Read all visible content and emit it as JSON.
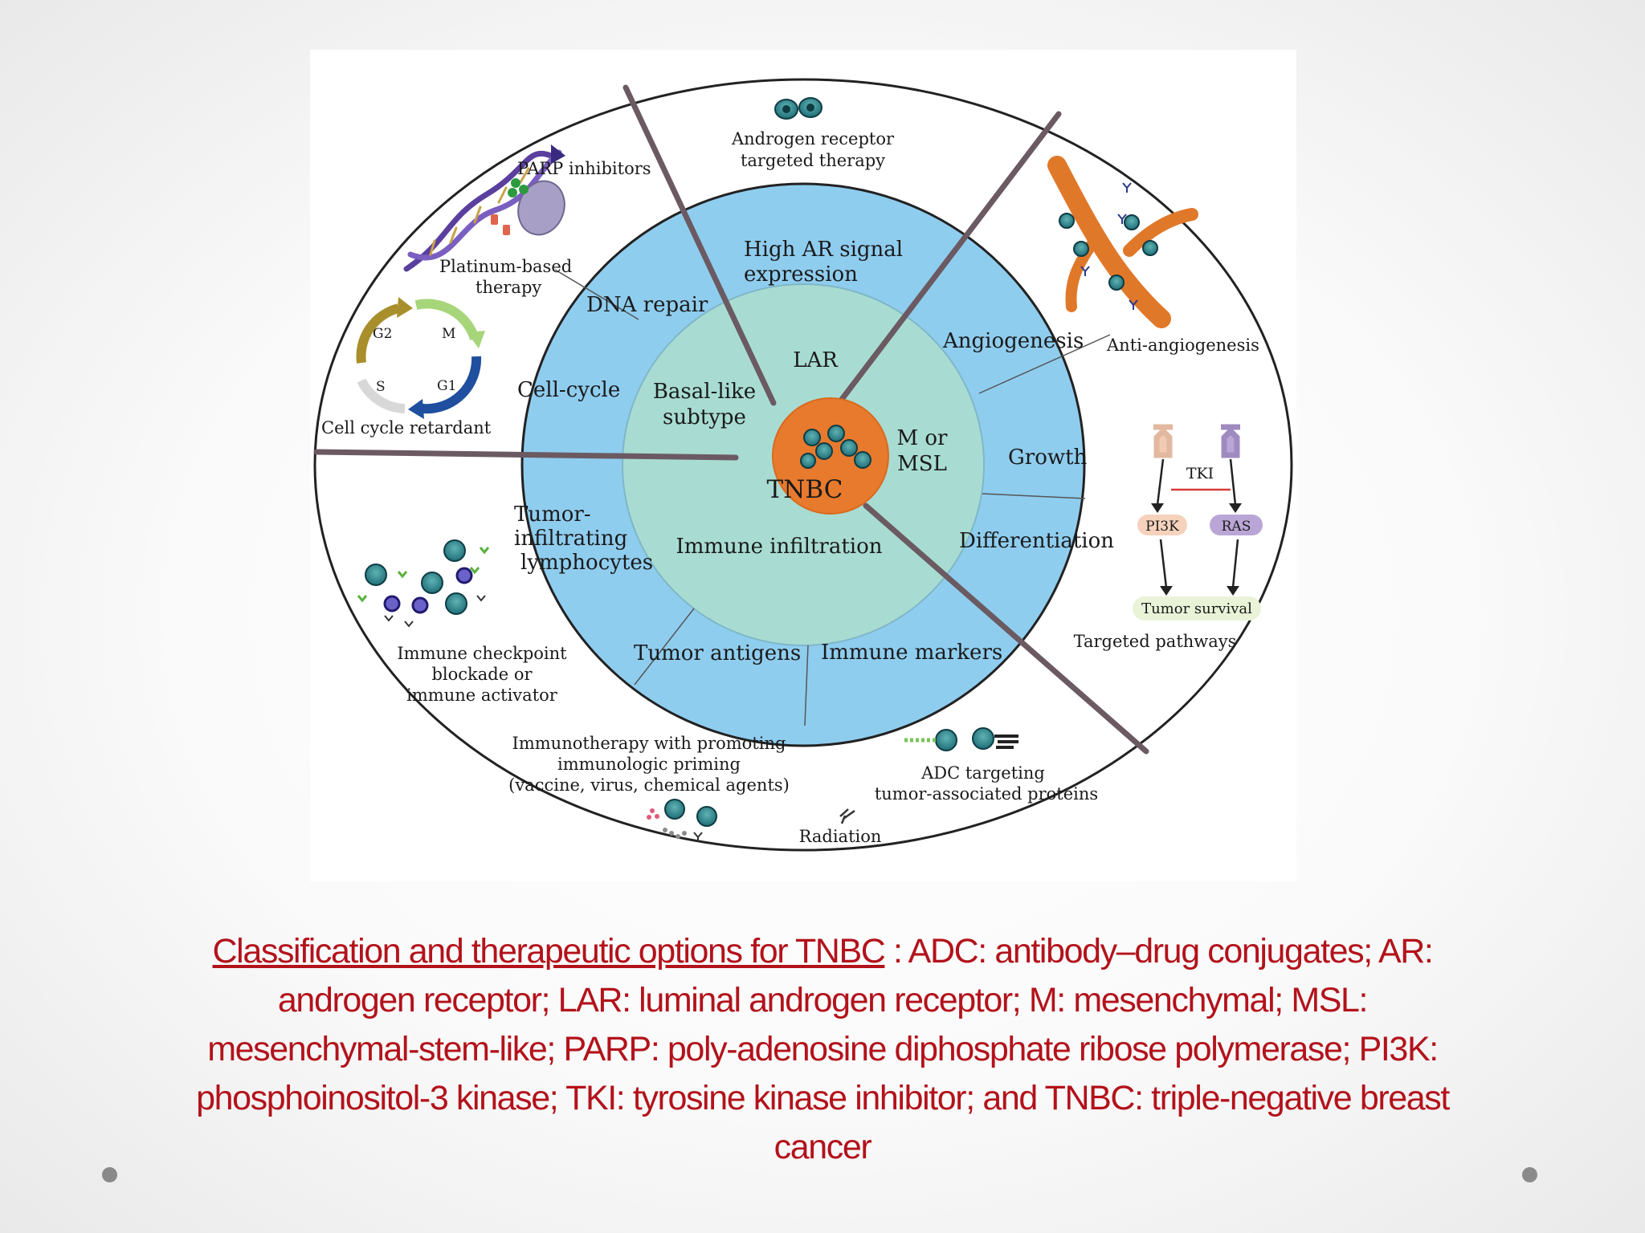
{
  "diagram": {
    "center": {
      "label": "TNBC",
      "color": "#e87a2d"
    },
    "subtypes": [
      "LAR",
      "Basal-like",
      "subtype",
      "M or",
      "MSL",
      "Immune infiltration"
    ],
    "features": [
      "High AR signal",
      "expression",
      "DNA repair",
      "Cell-cycle",
      "Angiogenesis",
      "Growth",
      "Differentiation",
      "Tumor-",
      "infiltrating",
      "lymphocytes",
      "Tumor antigens",
      "Immune markers"
    ],
    "therapies": {
      "androgen": [
        "Androgen receptor",
        "targeted therapy"
      ],
      "parp": "PARP inhibitors",
      "platinum": [
        "Platinum-based",
        "therapy"
      ],
      "cellcycle": "Cell cycle retardant",
      "phases": [
        "G2",
        "M",
        "S",
        "G1"
      ],
      "anti_angio": "Anti-angiogenesis",
      "targeted": "Targeted pathways",
      "tki": "TKI",
      "pi3k": "PI3K",
      "ras": "RAS",
      "survival": "Tumor survival",
      "checkpoint": [
        "Immune checkpoint",
        "blockade or",
        "immune activator"
      ],
      "immunotherapy": [
        "Immunotherapy with promoting",
        "immunologic priming",
        "(vaccine, virus, chemical agents)"
      ],
      "adc": [
        "ADC targeting",
        "tumor-associated proteins"
      ],
      "radiation": "Radiation"
    },
    "colors": {
      "inner_ring": "#a8dcd2",
      "middle_ring": "#8fcdef",
      "spoke": "#6b5a62",
      "ring_line": "#c9c9c9"
    }
  },
  "caption": {
    "title": "Classification and therapeutic options for TNBC",
    "text": " : ADC: antibody–drug conjugates; AR: androgen receptor; LAR: luminal androgen receptor; M: mesenchymal; MSL: mesenchymal-stem-like; PARP: poly-adenosine diphosphate ribose polymerase; PI3K: phosphoinositol-3 kinase; TKI: tyrosine kinase inhibitor; and TNBC: triple-negative breast cancer",
    "color": "#b3121b"
  }
}
